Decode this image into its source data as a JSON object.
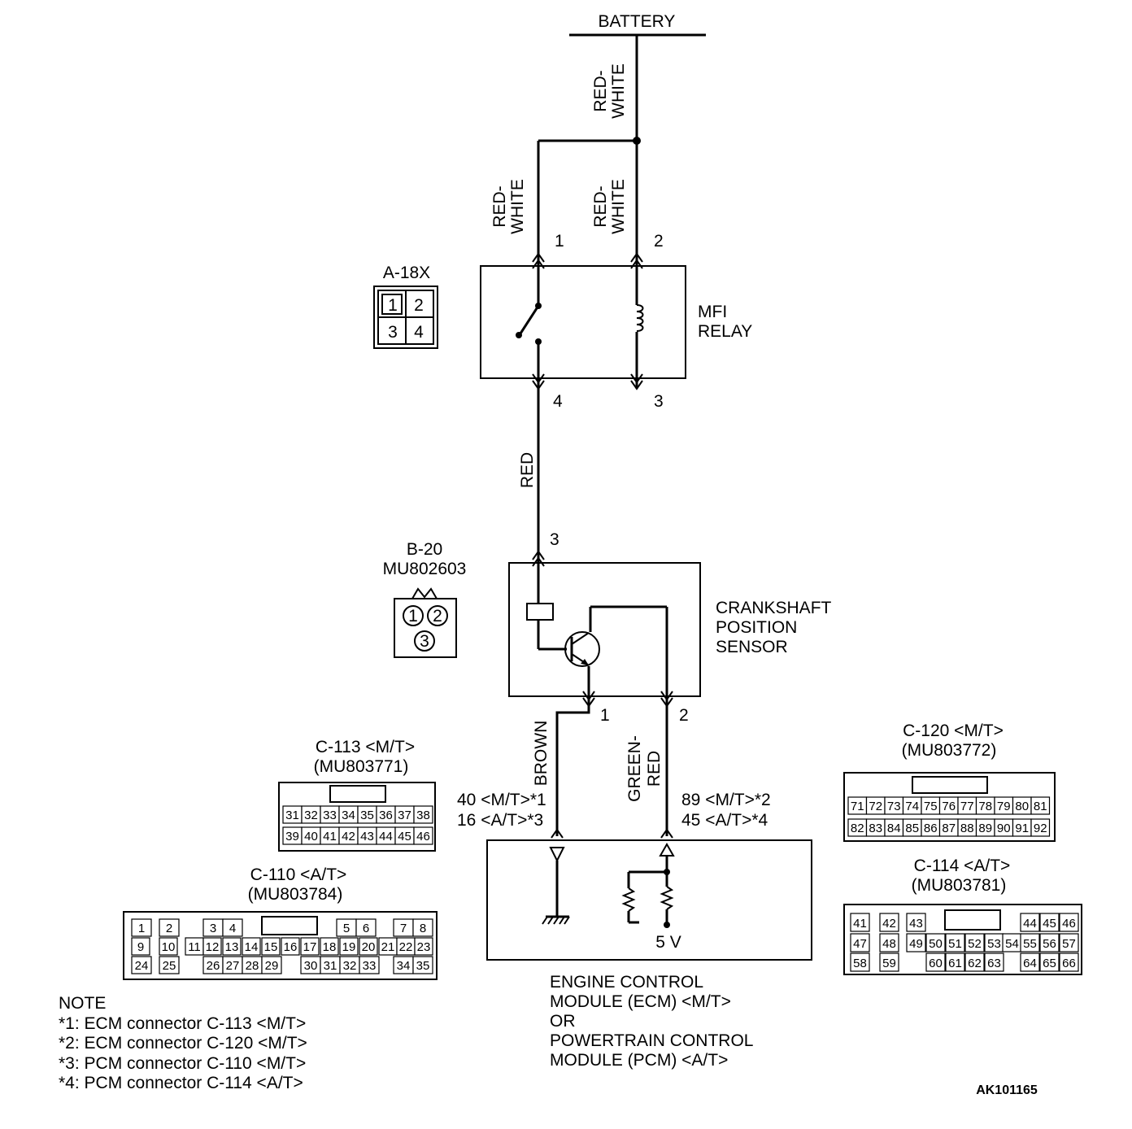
{
  "battery": {
    "label": "BATTERY"
  },
  "wires": {
    "battery_feed": "RED-\nWHITE",
    "relay_pin1": "RED-\nWHITE",
    "relay_pin2": "RED-\nWHITE",
    "relay_to_sensor": "RED",
    "sensor_pin1": "BROWN",
    "sensor_pin2": "GREEN-\nRED"
  },
  "relay": {
    "label_line1": "MFI",
    "label_line2": "RELAY",
    "pins": {
      "p1": "1",
      "p2": "2",
      "p3": "3",
      "p4": "4"
    },
    "connector": {
      "id": "A-18X",
      "cells": [
        "1",
        "2",
        "3",
        "4"
      ]
    }
  },
  "sensor": {
    "label_line1": "CRANKSHAFT",
    "label_line2": "POSITION",
    "label_line3": "SENSOR",
    "pins": {
      "p1": "1",
      "p2": "2",
      "p3": "3"
    },
    "connector": {
      "id": "B-20",
      "part": "MU802603",
      "cells": [
        "1",
        "2",
        "3"
      ]
    }
  },
  "ecm": {
    "pin_left_1": "40 <M/T>*1",
    "pin_left_2": "16 <A/T>*3",
    "pin_right_1": "89 <M/T>*2",
    "pin_right_2": "45 <A/T>*4",
    "voltage": "5 V",
    "label": [
      "ENGINE CONTROL",
      "MODULE (ECM) <M/T>",
      "OR",
      "POWERTRAIN CONTROL",
      "MODULE (PCM) <A/T>"
    ]
  },
  "connectors": {
    "c113": {
      "id": "C-113 <M/T>",
      "part": "(MU803771)",
      "row1": [
        "31",
        "32",
        "33",
        "34",
        "35",
        "36",
        "37",
        "38"
      ],
      "row2": [
        "39",
        "40",
        "41",
        "42",
        "43",
        "44",
        "45",
        "46"
      ]
    },
    "c110": {
      "id": "C-110 <A/T>",
      "part": "(MU803784)",
      "row1": [
        "1",
        "2",
        "3",
        "4",
        "5",
        "6",
        "7",
        "8"
      ],
      "row2": [
        "9",
        "10",
        "11",
        "12",
        "13",
        "14",
        "15",
        "16",
        "17",
        "18",
        "19",
        "20",
        "21",
        "22",
        "23"
      ],
      "row3": [
        "24",
        "25",
        "26",
        "27",
        "28",
        "29",
        "30",
        "31",
        "32",
        "33",
        "34",
        "35"
      ]
    },
    "c120": {
      "id": "C-120 <M/T>",
      "part": "(MU803772)",
      "row1": [
        "71",
        "72",
        "73",
        "74",
        "75",
        "76",
        "77",
        "78",
        "79",
        "80",
        "81"
      ],
      "row2": [
        "82",
        "83",
        "84",
        "85",
        "86",
        "87",
        "88",
        "89",
        "90",
        "91",
        "92"
      ]
    },
    "c114": {
      "id": "C-114 <A/T>",
      "part": "(MU803781)",
      "row1": [
        "41",
        "42",
        "43",
        "44",
        "45",
        "46"
      ],
      "row2": [
        "47",
        "48",
        "49",
        "50",
        "51",
        "52",
        "53",
        "54",
        "55",
        "56",
        "57"
      ],
      "row3": [
        "58",
        "59",
        "60",
        "61",
        "62",
        "63",
        "64",
        "65",
        "66"
      ]
    }
  },
  "note": {
    "title": "NOTE",
    "lines": [
      "*1: ECM connector C-113 <M/T>",
      "*2: ECM connector C-120 <M/T>",
      "*3: PCM connector C-110 <M/T>",
      "*4: PCM connector C-114 <A/T>"
    ]
  },
  "figure_id": "AK101165"
}
